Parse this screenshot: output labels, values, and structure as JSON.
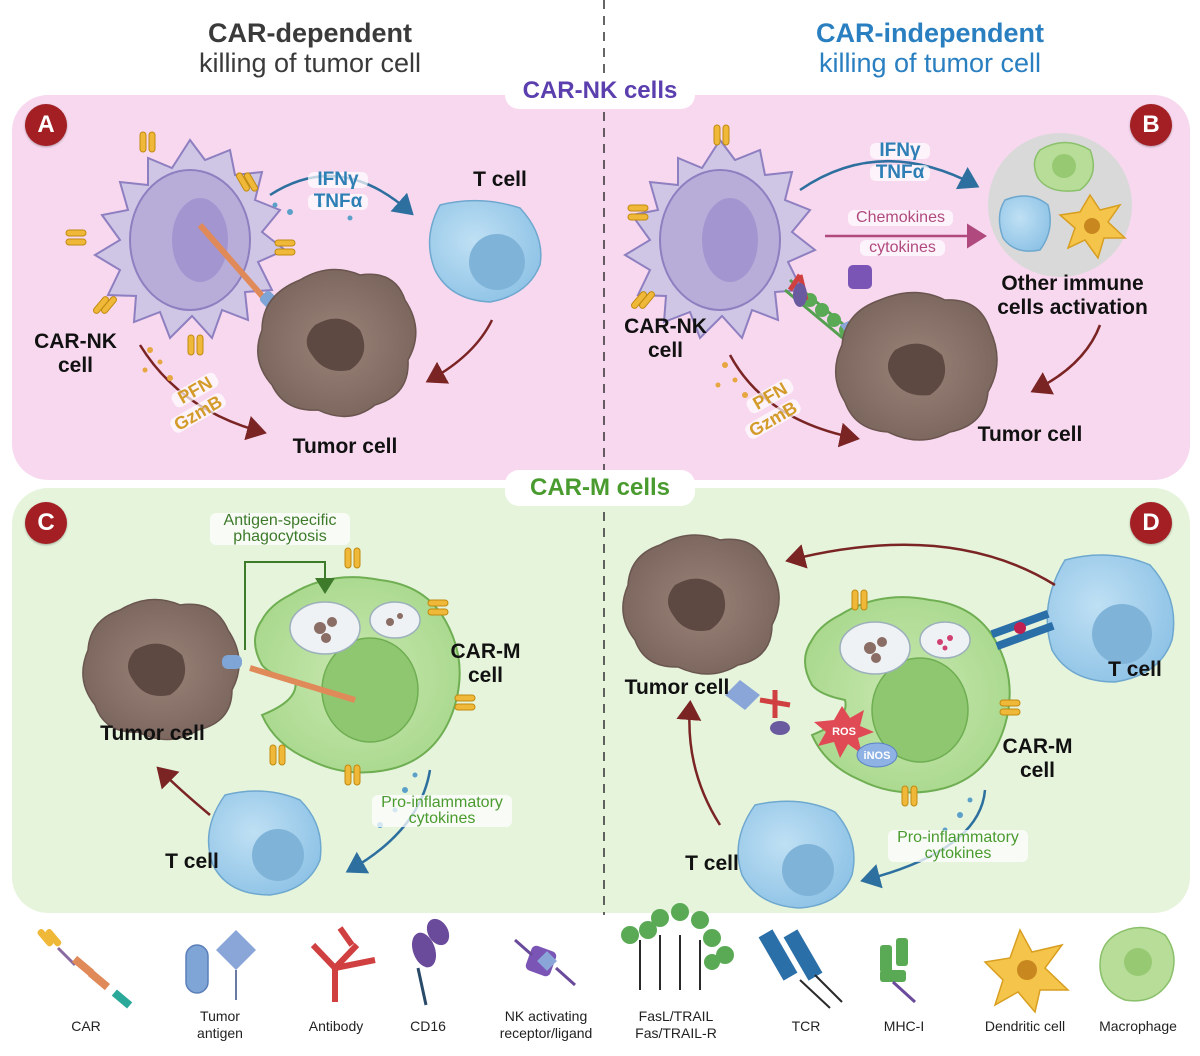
{
  "headers": {
    "left_line1": "CAR-dependent",
    "left_line2": "killing of tumor cell",
    "right_line1": "CAR-independent",
    "right_line2": "killing of tumor cell"
  },
  "sections": {
    "nk_title": "CAR-NK cells",
    "m_title": "CAR-M cells"
  },
  "panels": {
    "A": {
      "badge": "A",
      "car_nk_label": "CAR-NK\ncell",
      "t_cell": "T cell",
      "tumor_cell": "Tumor cell",
      "ifn": "IFNγ",
      "tnf": "TNFα",
      "pfn": "PFN",
      "gzmb": "GzmB"
    },
    "B": {
      "badge": "B",
      "car_nk_label": "CAR-NK\ncell",
      "tumor_cell": "Tumor cell",
      "ifn": "IFNγ",
      "tnf": "TNFα",
      "chemokines": "Chemokines",
      "cytokines": "cytokines",
      "other_immune": "Other immune\ncells activation",
      "pfn": "PFN",
      "gzmb": "GzmB"
    },
    "C": {
      "badge": "C",
      "phago": "Antigen-specific\nphagocytosis",
      "car_m_label": "CAR-M\ncell",
      "tumor_cell": "Tumor cell",
      "t_cell": "T cell",
      "proinflam": "Pro-inflammatory\ncytokines"
    },
    "D": {
      "badge": "D",
      "tumor_cell": "Tumor cell",
      "t_cell_right": "T cell",
      "t_cell_bottom": "T cell",
      "car_m_label": "CAR-M\ncell",
      "ros": "ROS",
      "inos": "iNOS",
      "proinflam": "Pro-inflammatory\ncytokines"
    }
  },
  "legend": [
    {
      "icon": "car-icon",
      "label": "CAR"
    },
    {
      "icon": "tumor-antigen-icon",
      "label": "Tumor\nantigen"
    },
    {
      "icon": "antibody-icon",
      "label": "Antibody"
    },
    {
      "icon": "cd16-icon",
      "label": "CD16"
    },
    {
      "icon": "nk-receptor-icon",
      "label": "NK activating\nreceptor/ligand"
    },
    {
      "icon": "fasl-trail-icon",
      "label": "FasL/TRAIL\nFas/TRAIL-R"
    },
    {
      "icon": "tcr-icon",
      "label": "TCR"
    },
    {
      "icon": "mhc-icon",
      "label": "MHC-I"
    },
    {
      "icon": "dendritic-cell-icon",
      "label": "Dendritic cell"
    },
    {
      "icon": "macrophage-icon",
      "label": "Macrophage"
    }
  ],
  "colors": {
    "nk_bg": "#f8d8ef",
    "m_bg": "#e6f4dc",
    "badge": "#a31f24",
    "nk_title": "#5b3fae",
    "m_title": "#4a9b2f",
    "car_independent": "#2a7fc1",
    "tumor": "#8a746d",
    "tcell": "#a9d3ef",
    "arrow": "#7a2424"
  }
}
